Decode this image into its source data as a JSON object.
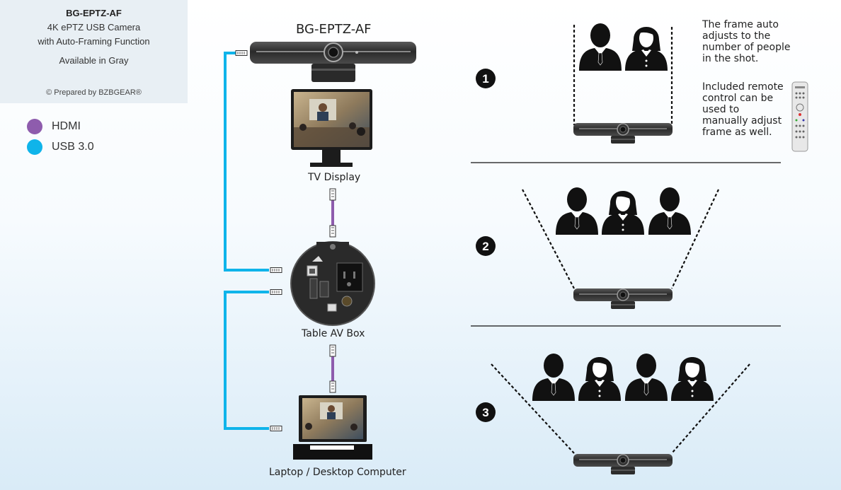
{
  "product": {
    "title": "BG-EPTZ-AF",
    "subtitle_line1": "4K ePTZ USB Camera",
    "subtitle_line2": "with Auto-Framing Function",
    "availability": "Available in Gray",
    "credit": "© Prepared by BZBGEAR®"
  },
  "legend": [
    {
      "label": "HDMI",
      "color": "#8e5cad"
    },
    {
      "label": "USB 3.0",
      "color": "#0fb4ea"
    }
  ],
  "devices": {
    "camera": "BG-EPTZ-AF",
    "tv": "TV Display",
    "av_box": "Table AV Box",
    "computer": "Laptop / Desktop Computer"
  },
  "scenarios": [
    {
      "number": "1",
      "people": [
        "man",
        "woman"
      ]
    },
    {
      "number": "2",
      "people": [
        "man",
        "woman",
        "man"
      ]
    },
    {
      "number": "3",
      "people": [
        "man",
        "woman",
        "man",
        "woman"
      ]
    }
  ],
  "notes": {
    "auto_frame": [
      "The frame auto",
      "adjusts to the",
      "number of people",
      "in the shot."
    ],
    "remote": [
      "Included remote",
      "control can be",
      "used to",
      "manually adjust",
      "frame as well."
    ]
  },
  "colors": {
    "hdmi": "#8e5cad",
    "usb": "#0fb4ea",
    "device": "#2a2a2a",
    "dash": "#111111"
  }
}
